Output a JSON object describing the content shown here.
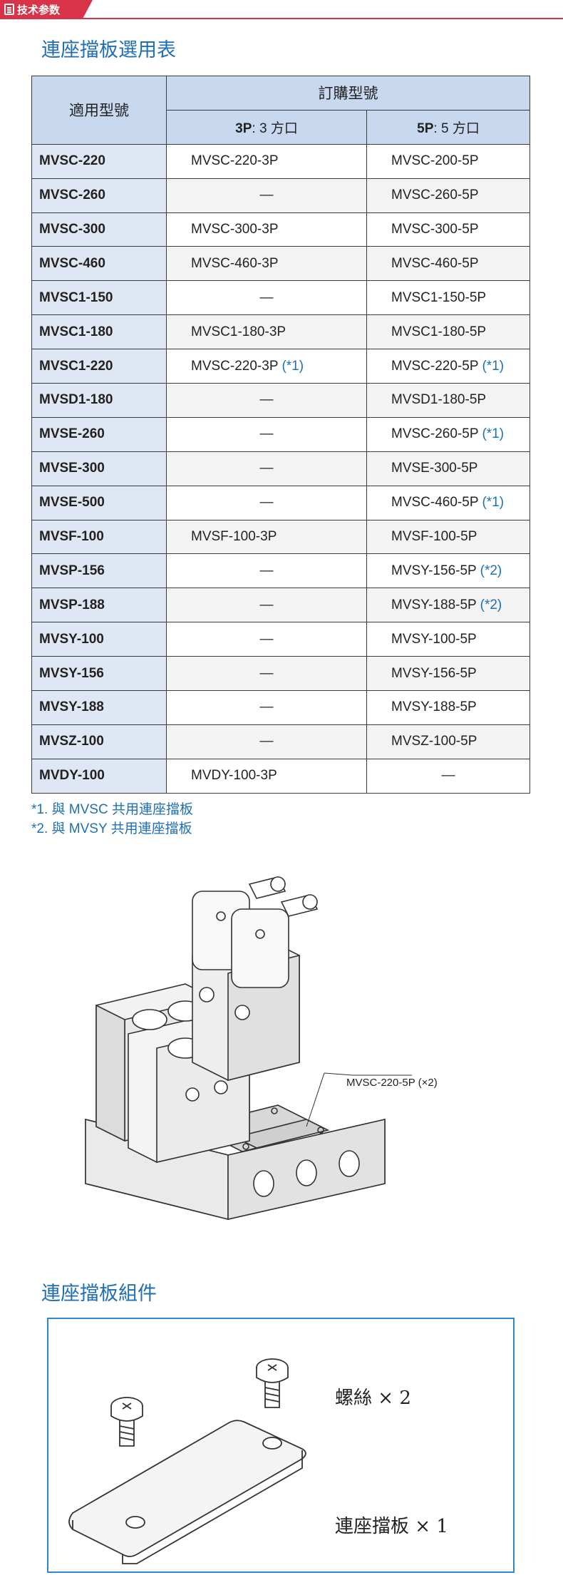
{
  "header": {
    "tag_label": "技术参数"
  },
  "section1": {
    "title": "連座擋板選用表"
  },
  "table": {
    "col1_header": "適用型號",
    "order_header": "訂購型號",
    "sub3_bold": "3P",
    "sub3_text": ": 3 方口",
    "sub5_bold": "5P",
    "sub5_text": ": 5 方口",
    "rows": [
      {
        "model": "MVSC-220",
        "p3": "MVSC-220-3P",
        "p5": "MVSC-200-5P",
        "p3ref": "",
        "p5ref": ""
      },
      {
        "model": "MVSC-260",
        "p3": "—",
        "p5": "MVSC-260-5P",
        "p3ref": "",
        "p5ref": ""
      },
      {
        "model": "MVSC-300",
        "p3": "MVSC-300-3P",
        "p5": "MVSC-300-5P",
        "p3ref": "",
        "p5ref": ""
      },
      {
        "model": "MVSC-460",
        "p3": "MVSC-460-3P",
        "p5": "MVSC-460-5P",
        "p3ref": "",
        "p5ref": ""
      },
      {
        "model": "MVSC1-150",
        "p3": "—",
        "p5": "MVSC1-150-5P",
        "p3ref": "",
        "p5ref": ""
      },
      {
        "model": "MVSC1-180",
        "p3": "MVSC1-180-3P",
        "p5": "MVSC1-180-5P",
        "p3ref": "",
        "p5ref": ""
      },
      {
        "model": "MVSC1-220",
        "p3": "MVSC-220-3P",
        "p5": "MVSC-220-5P",
        "p3ref": "(*1)",
        "p5ref": "(*1)"
      },
      {
        "model": "MVSD1-180",
        "p3": "—",
        "p5": "MVSD1-180-5P",
        "p3ref": "",
        "p5ref": ""
      },
      {
        "model": "MVSE-260",
        "p3": "—",
        "p5": "MVSC-260-5P",
        "p3ref": "",
        "p5ref": "(*1)"
      },
      {
        "model": "MVSE-300",
        "p3": "—",
        "p5": "MVSE-300-5P",
        "p3ref": "",
        "p5ref": ""
      },
      {
        "model": "MVSE-500",
        "p3": "—",
        "p5": "MVSC-460-5P",
        "p3ref": "",
        "p5ref": "(*1)"
      },
      {
        "model": "MVSF-100",
        "p3": "MVSF-100-3P",
        "p5": "MVSF-100-5P",
        "p3ref": "",
        "p5ref": ""
      },
      {
        "model": "MVSP-156",
        "p3": "—",
        "p5": "MVSY-156-5P",
        "p3ref": "",
        "p5ref": "(*2)"
      },
      {
        "model": "MVSP-188",
        "p3": "—",
        "p5": "MVSY-188-5P",
        "p3ref": "",
        "p5ref": "(*2)"
      },
      {
        "model": "MVSY-100",
        "p3": "—",
        "p5": "MVSY-100-5P",
        "p3ref": "",
        "p5ref": ""
      },
      {
        "model": "MVSY-156",
        "p3": "—",
        "p5": "MVSY-156-5P",
        "p3ref": "",
        "p5ref": ""
      },
      {
        "model": "MVSY-188",
        "p3": "—",
        "p5": "MVSY-188-5P",
        "p3ref": "",
        "p5ref": ""
      },
      {
        "model": "MVSZ-100",
        "p3": "—",
        "p5": "MVSZ-100-5P",
        "p3ref": "",
        "p5ref": ""
      },
      {
        "model": "MVDY-100",
        "p3": "MVDY-100-3P",
        "p5": "—",
        "p3ref": "",
        "p5ref": ""
      }
    ]
  },
  "notes": [
    "*1. 與 MVSC 共用連座擋板",
    "*2. 與 MVSY 共用連座擋板"
  ],
  "illustration": {
    "callout": "MVSC-220-5P (×2)"
  },
  "section2": {
    "title": "連座擋板組件"
  },
  "kit": {
    "screw_label": "螺絲 × 2",
    "plate_label": "連座擋板 × 1"
  },
  "colors": {
    "accent_red": "#d9334a",
    "title_blue": "#1f6fb5",
    "header_fill": "#c8d8ee",
    "model_fill": "#e0e7f4"
  }
}
